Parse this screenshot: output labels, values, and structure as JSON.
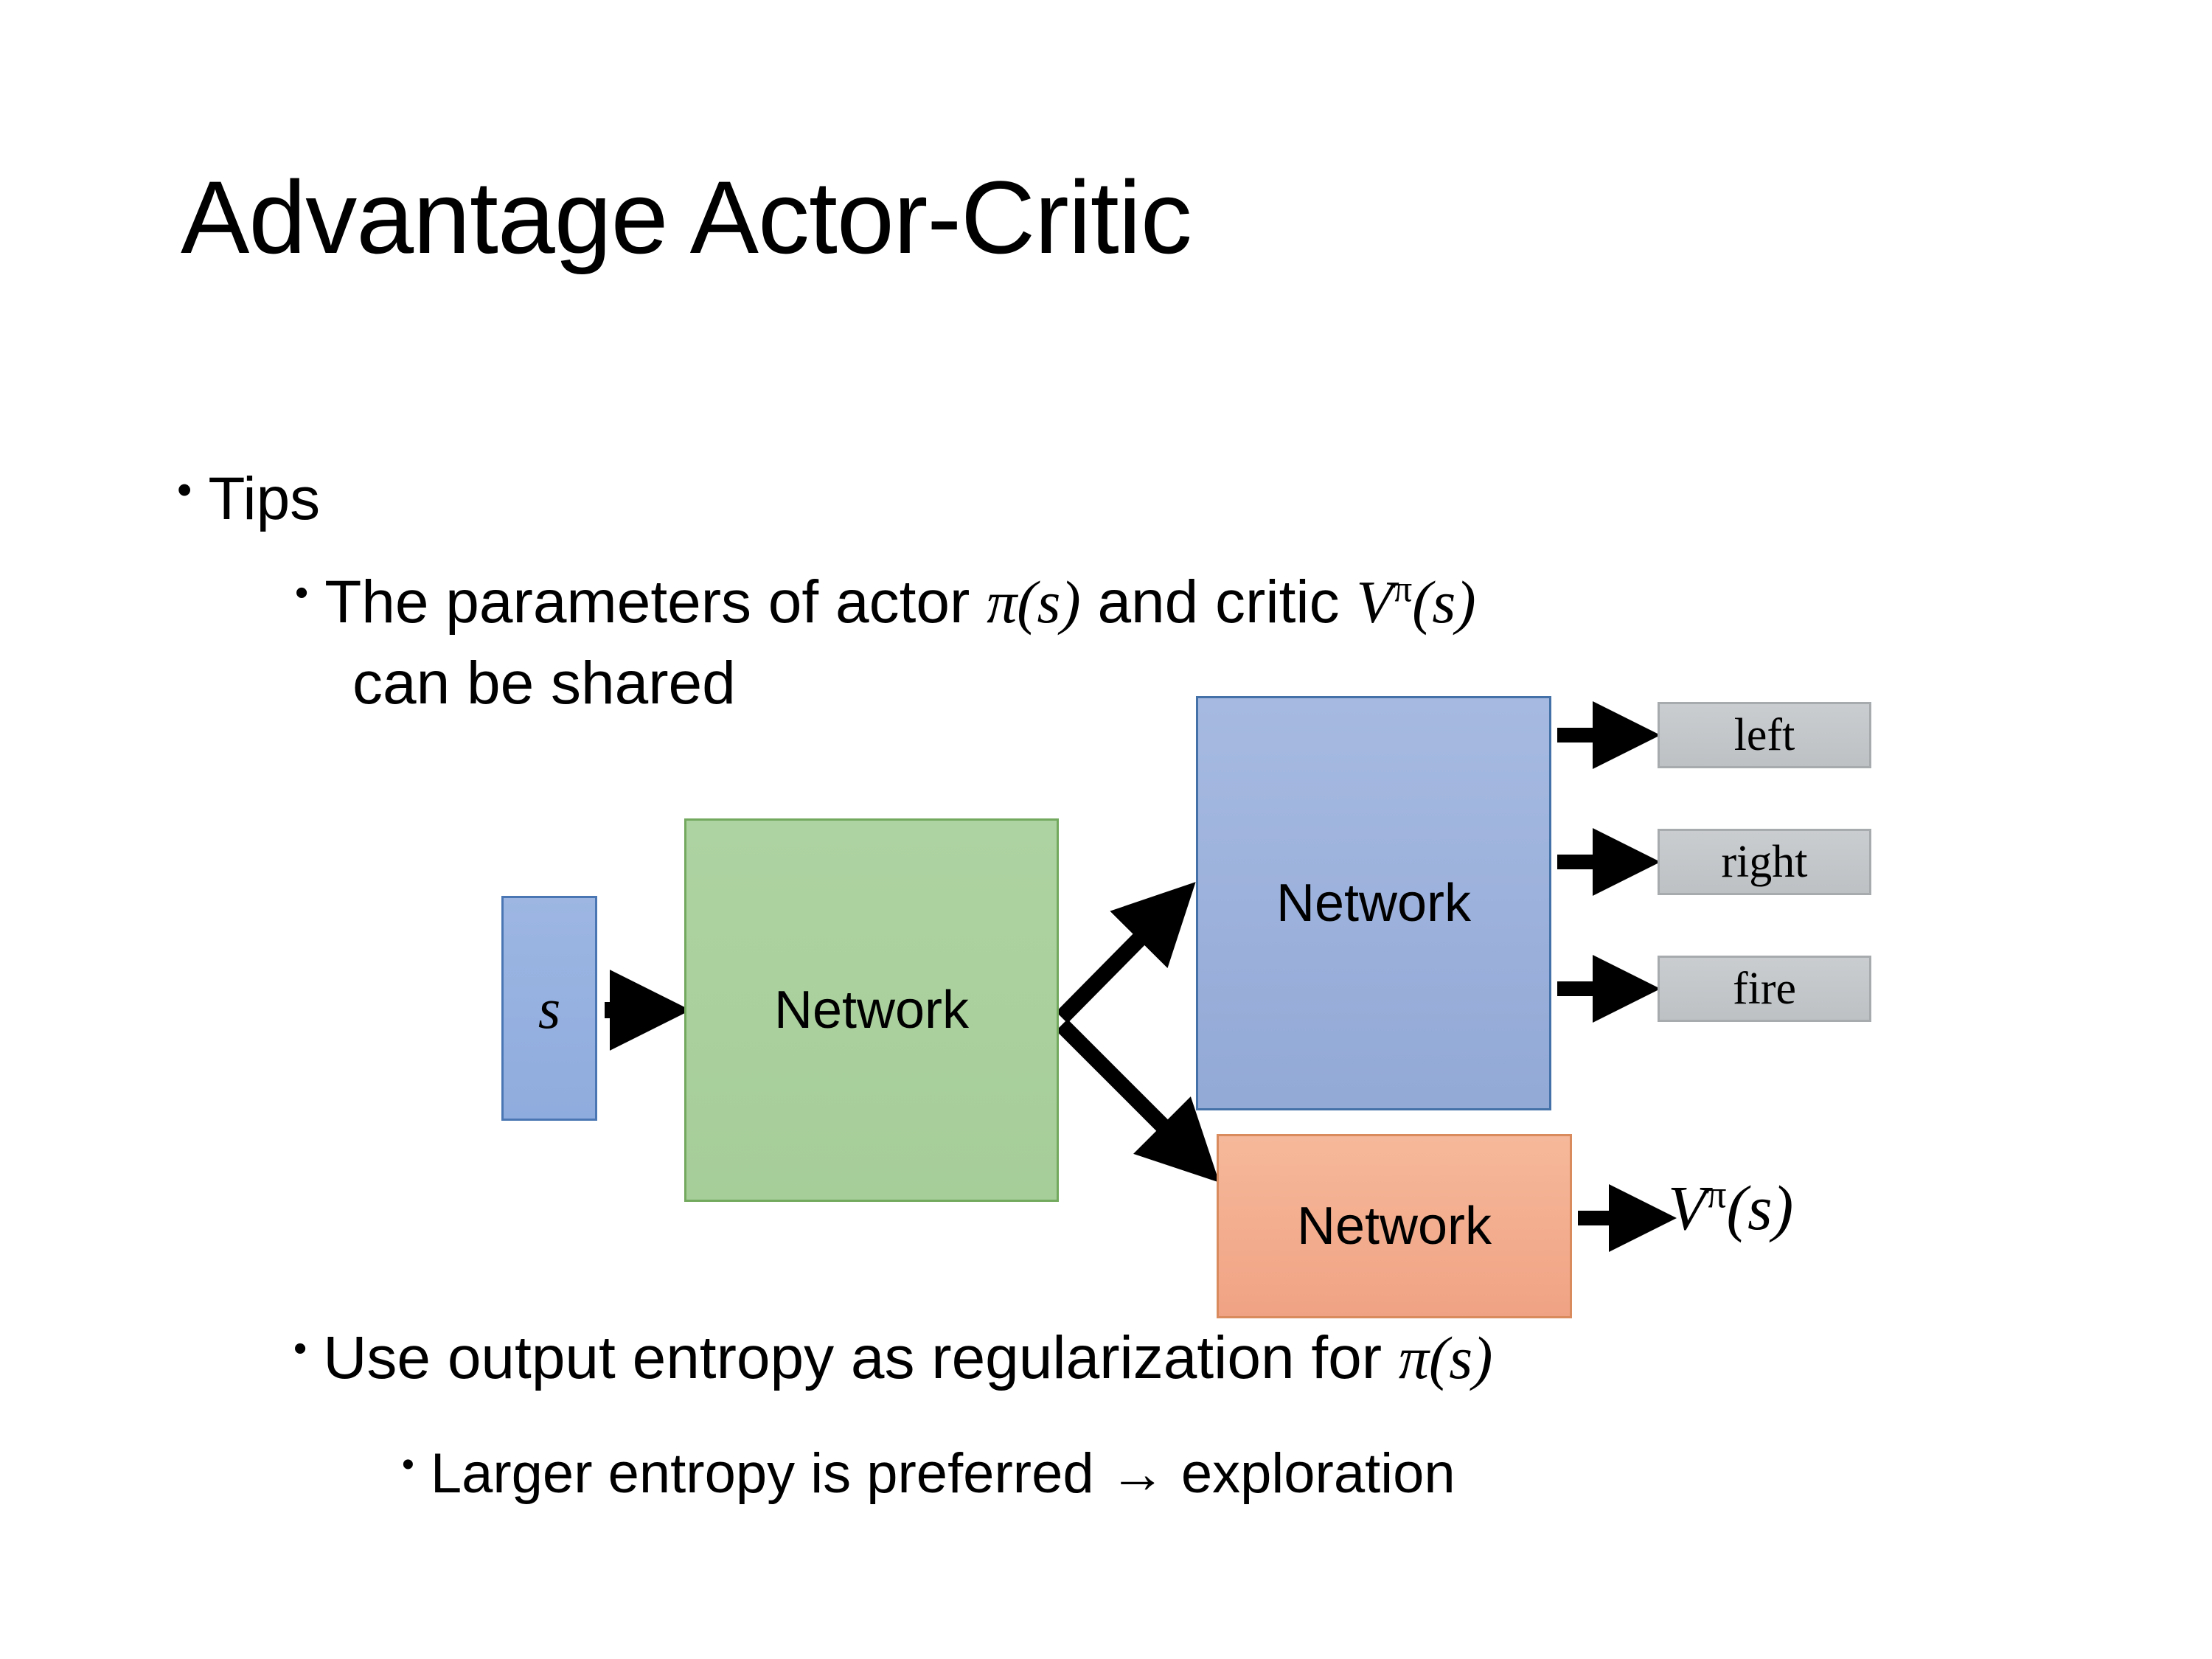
{
  "slide": {
    "title": "Advantage Actor-Critic",
    "background_color": "#FFFFFF"
  },
  "bullets": {
    "tips": {
      "marker": "•",
      "text": "Tips"
    },
    "parameters": {
      "marker": "•",
      "text_before": "The parameters of actor ",
      "actor_symbol": "π(s)",
      "text_middle": " and critic ",
      "critic_symbol_base": "V",
      "critic_symbol_sup": "π",
      "critic_symbol_arg": "(s)",
      "continuation": "can be shared"
    },
    "entropy": {
      "marker": "•",
      "text_before": "Use output entropy as regularization for ",
      "symbol": "π(s)"
    },
    "larger_entropy": {
      "marker": "•",
      "text": "Larger entropy is preferred → exploration"
    }
  },
  "diagram": {
    "input_node": {
      "label": "s",
      "fill_color": "#95AFE0",
      "border_color": "#4A77B4"
    },
    "shared_node": {
      "label": "Network",
      "fill_color": "#AACE9E",
      "border_color": "#73A95F"
    },
    "actor_node": {
      "label": "Network",
      "fill_color": "#9CB2DC",
      "border_color": "#4472A8"
    },
    "critic_node": {
      "label": "Network",
      "fill_color": "#F3AD8E",
      "border_color": "#D98B5E"
    },
    "action_outputs": [
      {
        "label": "left"
      },
      {
        "label": "right"
      },
      {
        "label": "fire"
      }
    ],
    "action_output_fill": "#C4C8CB",
    "action_output_border": "#A7ABAE",
    "value_output": {
      "base": "V",
      "sup": "π",
      "arg": "(s)"
    },
    "arrow_color": "#000000"
  }
}
